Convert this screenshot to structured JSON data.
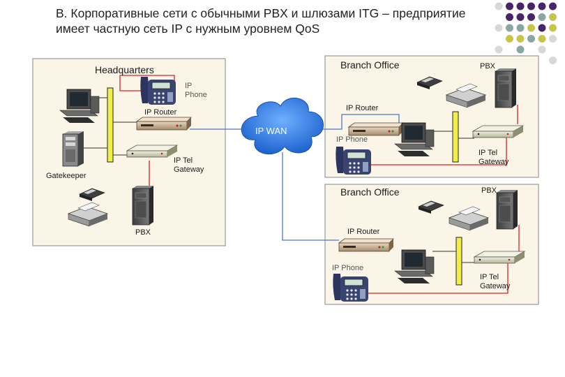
{
  "title": {
    "line1": "В. Корпоративные сети с обычными PBX и шлюзами ITG – предприятие",
    "line2": "имеет частную сеть IP с нужным уровнем QoS"
  },
  "headquarters": {
    "name": "Headquarters",
    "ip_phone": "IP Phone",
    "ip_router": "IP Router",
    "ip_tel_gateway": "IP Tel Gateway",
    "gatekeeper": "Gatekeeper",
    "pbx": "PBX"
  },
  "wan": {
    "label": "IP WAN"
  },
  "branch_office_1": {
    "name": "Branch Office",
    "pbx": "PBX",
    "ip_router": "IP Router",
    "ip_phone": "IP Phone",
    "ip_tel_gateway": "IP Tel Gateway"
  },
  "branch_office_2": {
    "name": "Branch Office",
    "pbx": "PBX",
    "ip_router": "IP Router",
    "ip_phone": "IP Phone",
    "ip_tel_gateway": "IP Tel Gateway"
  },
  "colors": {
    "dot_purple": "#4a2468",
    "dot_teal": "#8aa6a4",
    "dot_olive": "#c7c64a",
    "dot_light": "#d8d8d8",
    "bus_yellow": "#f2ee48",
    "link_red": "#e02020",
    "link_blue": "#4a78c8",
    "cloud_blue": "#2f7ae0"
  }
}
